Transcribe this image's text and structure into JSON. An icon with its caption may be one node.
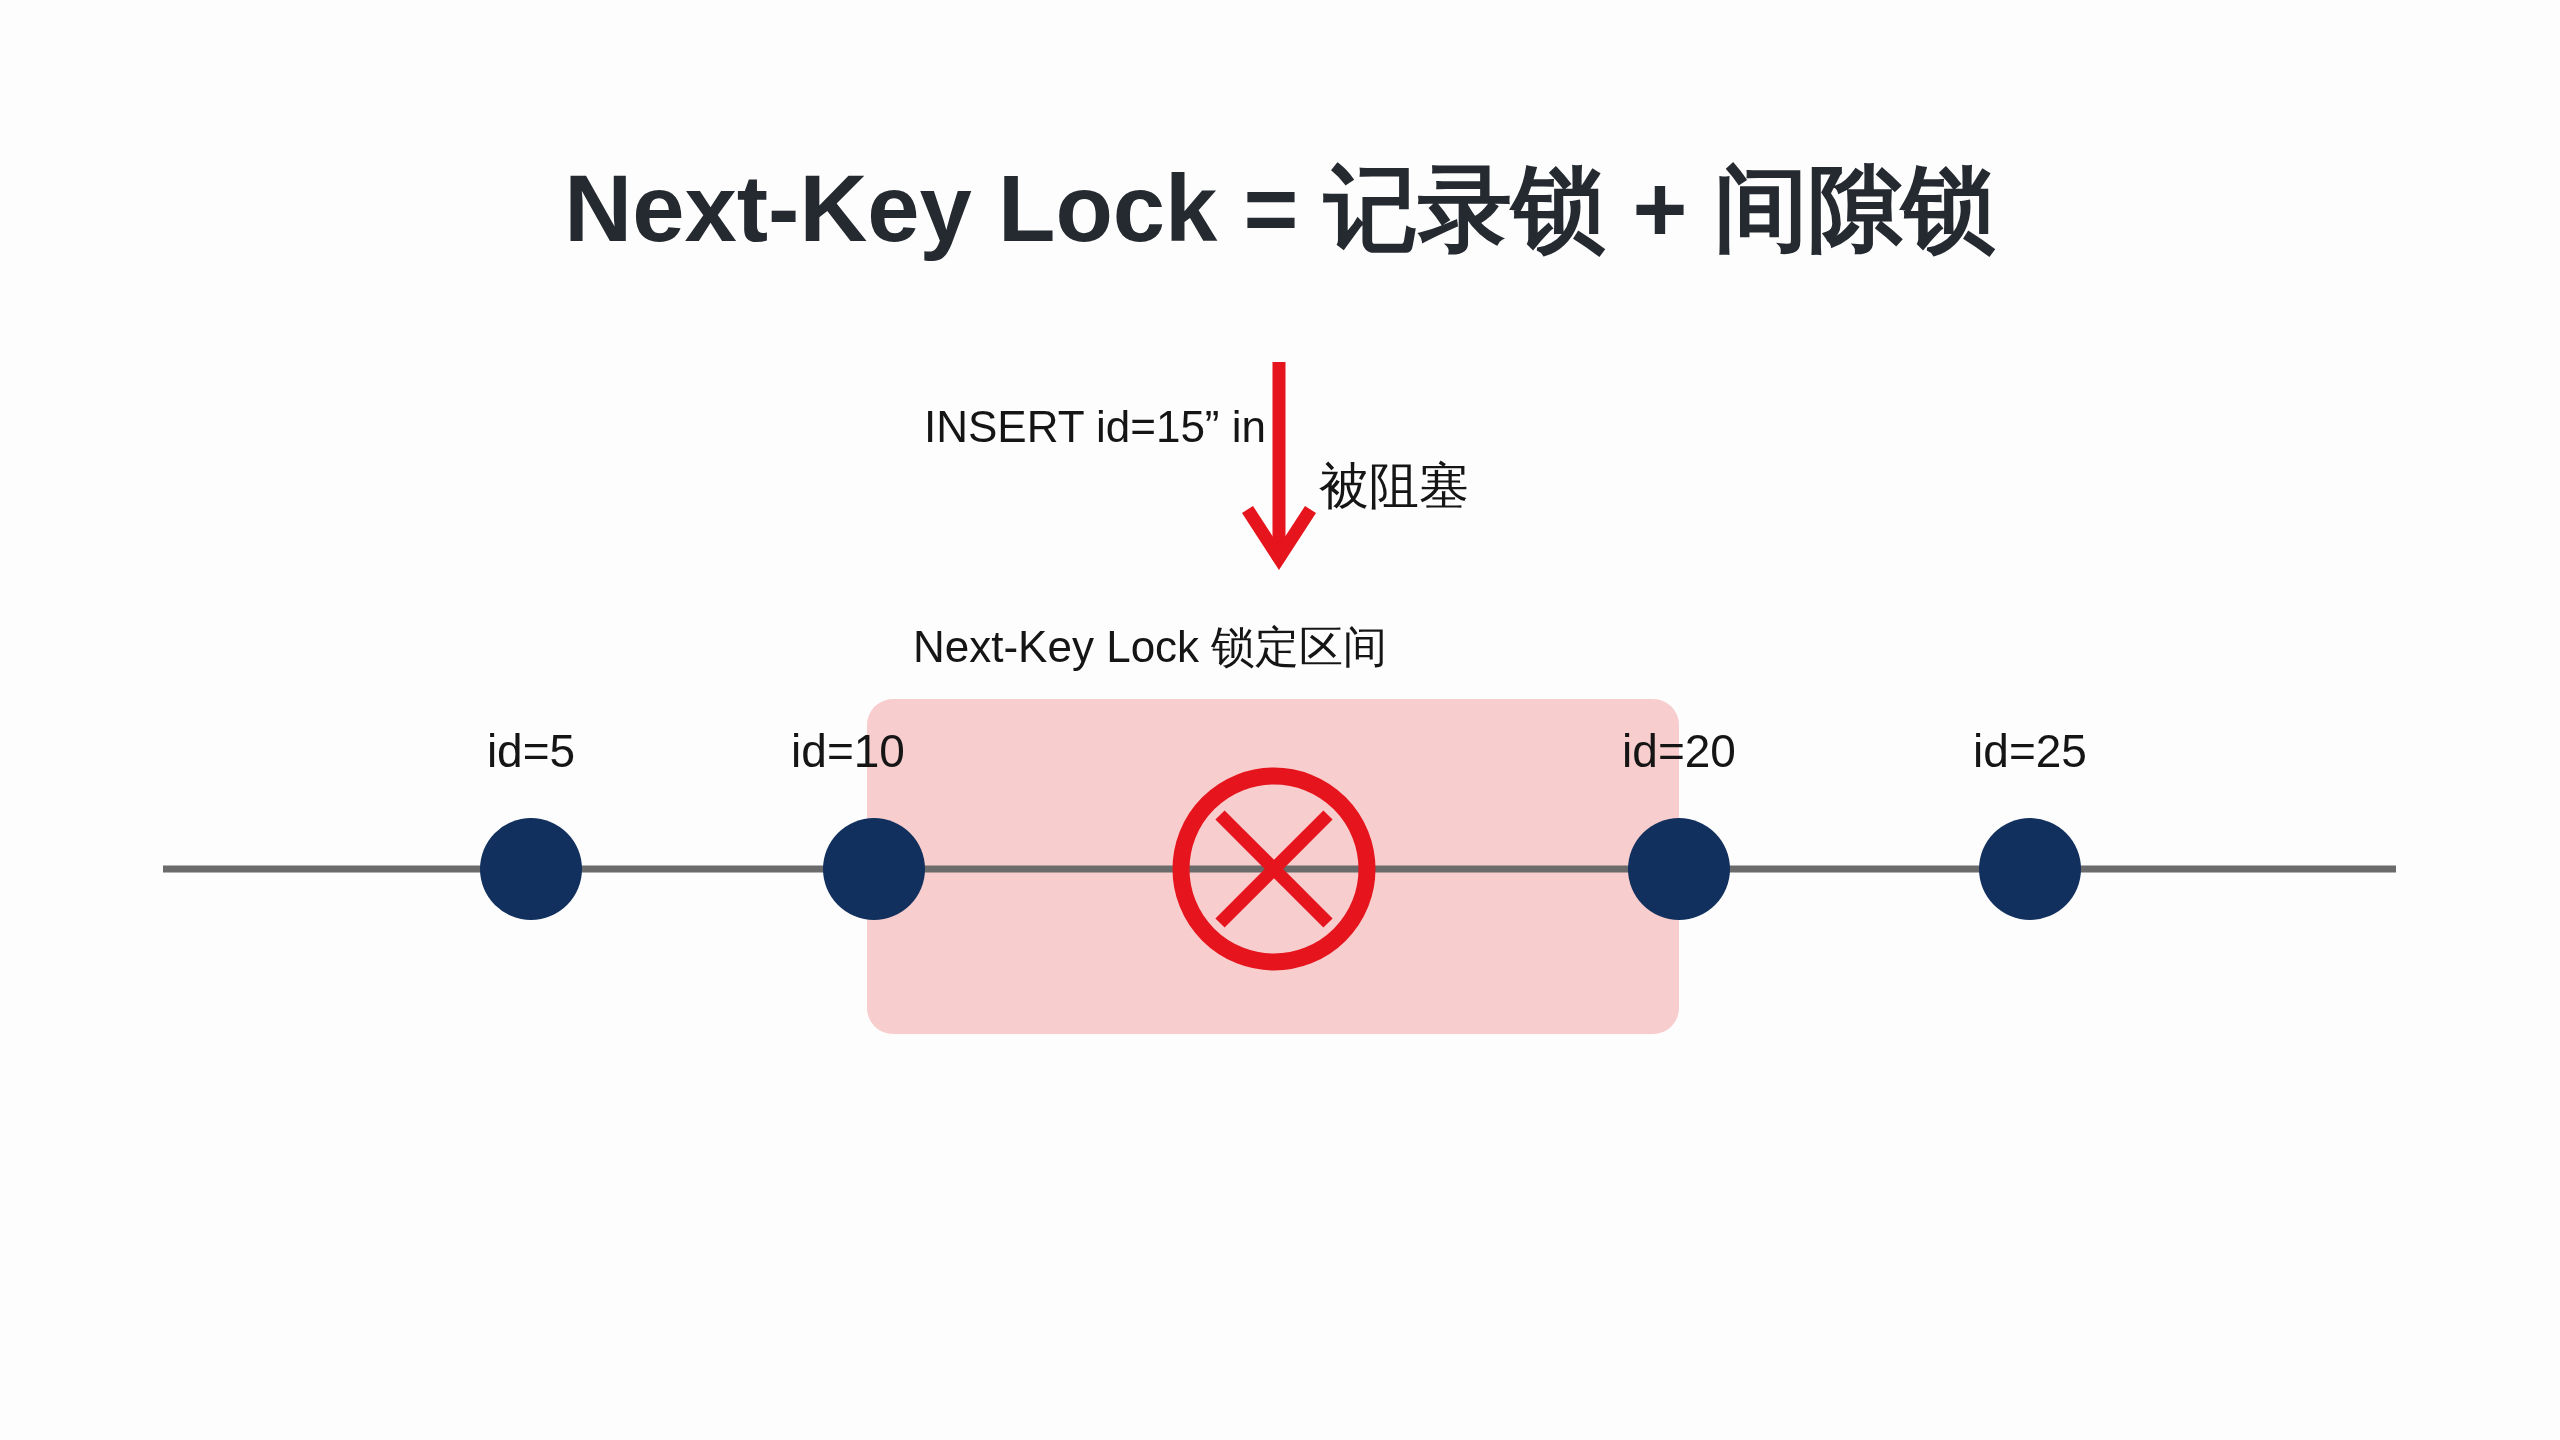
{
  "diagram": {
    "title": "Next-Key Lock = 记录锁 + 间隙锁",
    "nodes": [
      {
        "text": [
          "INSERT id=15” in"
        ]
      },
      {
        "text": [
          "Next-Key Lock 锁定区间"
        ]
      },
      {
        "text": [
          "id=5"
        ]
      },
      {
        "text": [
          "id=10"
        ]
      },
      {
        "text": [
          "id=20"
        ]
      },
      {
        "text": [
          "id=25"
        ]
      }
    ],
    "edges": [
      {
        "from": 0,
        "to": 1,
        "arrow": "to",
        "label": "被阻塞"
      }
    ]
  }
}
